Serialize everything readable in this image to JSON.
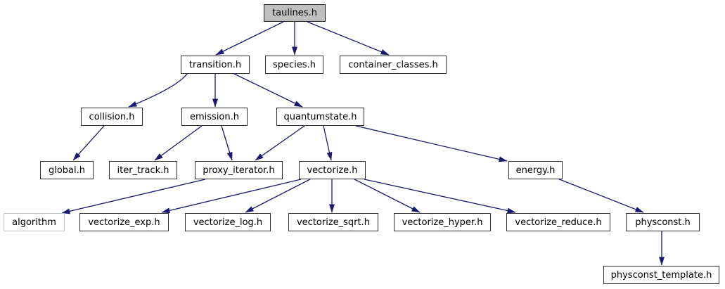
{
  "diagram": {
    "type": "include-dependency-graph",
    "root_file": "taulines.h",
    "colors": {
      "edge": "#191970",
      "node_border": "#2f2f2f",
      "node_fill": "#ffffff",
      "root_fill": "#bfbfbf",
      "external_border": "#c2c2c2",
      "text": "#000000",
      "background": "#ffffff"
    },
    "nodes": {
      "taulines": {
        "label": "taulines.h"
      },
      "transition": {
        "label": "transition.h"
      },
      "species": {
        "label": "species.h"
      },
      "container_classes": {
        "label": "container_classes.h"
      },
      "collision": {
        "label": "collision.h"
      },
      "emission": {
        "label": "emission.h"
      },
      "quantumstate": {
        "label": "quantumstate.h"
      },
      "global_h": {
        "label": "global.h"
      },
      "iter_track": {
        "label": "iter_track.h"
      },
      "proxy_iterator": {
        "label": "proxy_iterator.h"
      },
      "vectorize": {
        "label": "vectorize.h"
      },
      "energy": {
        "label": "energy.h"
      },
      "algorithm": {
        "label": "algorithm"
      },
      "vectorize_exp": {
        "label": "vectorize_exp.h"
      },
      "vectorize_log": {
        "label": "vectorize_log.h"
      },
      "vectorize_sqrt": {
        "label": "vectorize_sqrt.h"
      },
      "vectorize_hyper": {
        "label": "vectorize_hyper.h"
      },
      "vectorize_reduce": {
        "label": "vectorize_reduce.h"
      },
      "physconst": {
        "label": "physconst.h"
      },
      "physconst_template": {
        "label": "physconst_template.h"
      }
    },
    "edges": [
      {
        "from": "taulines.h",
        "to": "transition.h"
      },
      {
        "from": "taulines.h",
        "to": "species.h"
      },
      {
        "from": "taulines.h",
        "to": "container_classes.h"
      },
      {
        "from": "transition.h",
        "to": "collision.h"
      },
      {
        "from": "transition.h",
        "to": "emission.h"
      },
      {
        "from": "transition.h",
        "to": "quantumstate.h"
      },
      {
        "from": "collision.h",
        "to": "global.h"
      },
      {
        "from": "emission.h",
        "to": "iter_track.h"
      },
      {
        "from": "emission.h",
        "to": "proxy_iterator.h"
      },
      {
        "from": "quantumstate.h",
        "to": "proxy_iterator.h"
      },
      {
        "from": "quantumstate.h",
        "to": "vectorize.h"
      },
      {
        "from": "quantumstate.h",
        "to": "energy.h"
      },
      {
        "from": "proxy_iterator.h",
        "to": "algorithm"
      },
      {
        "from": "vectorize.h",
        "to": "vectorize_exp.h"
      },
      {
        "from": "vectorize.h",
        "to": "vectorize_log.h"
      },
      {
        "from": "vectorize.h",
        "to": "vectorize_sqrt.h"
      },
      {
        "from": "vectorize.h",
        "to": "vectorize_hyper.h"
      },
      {
        "from": "vectorize.h",
        "to": "vectorize_reduce.h"
      },
      {
        "from": "energy.h",
        "to": "physconst.h"
      },
      {
        "from": "physconst.h",
        "to": "physconst_template.h"
      }
    ]
  }
}
